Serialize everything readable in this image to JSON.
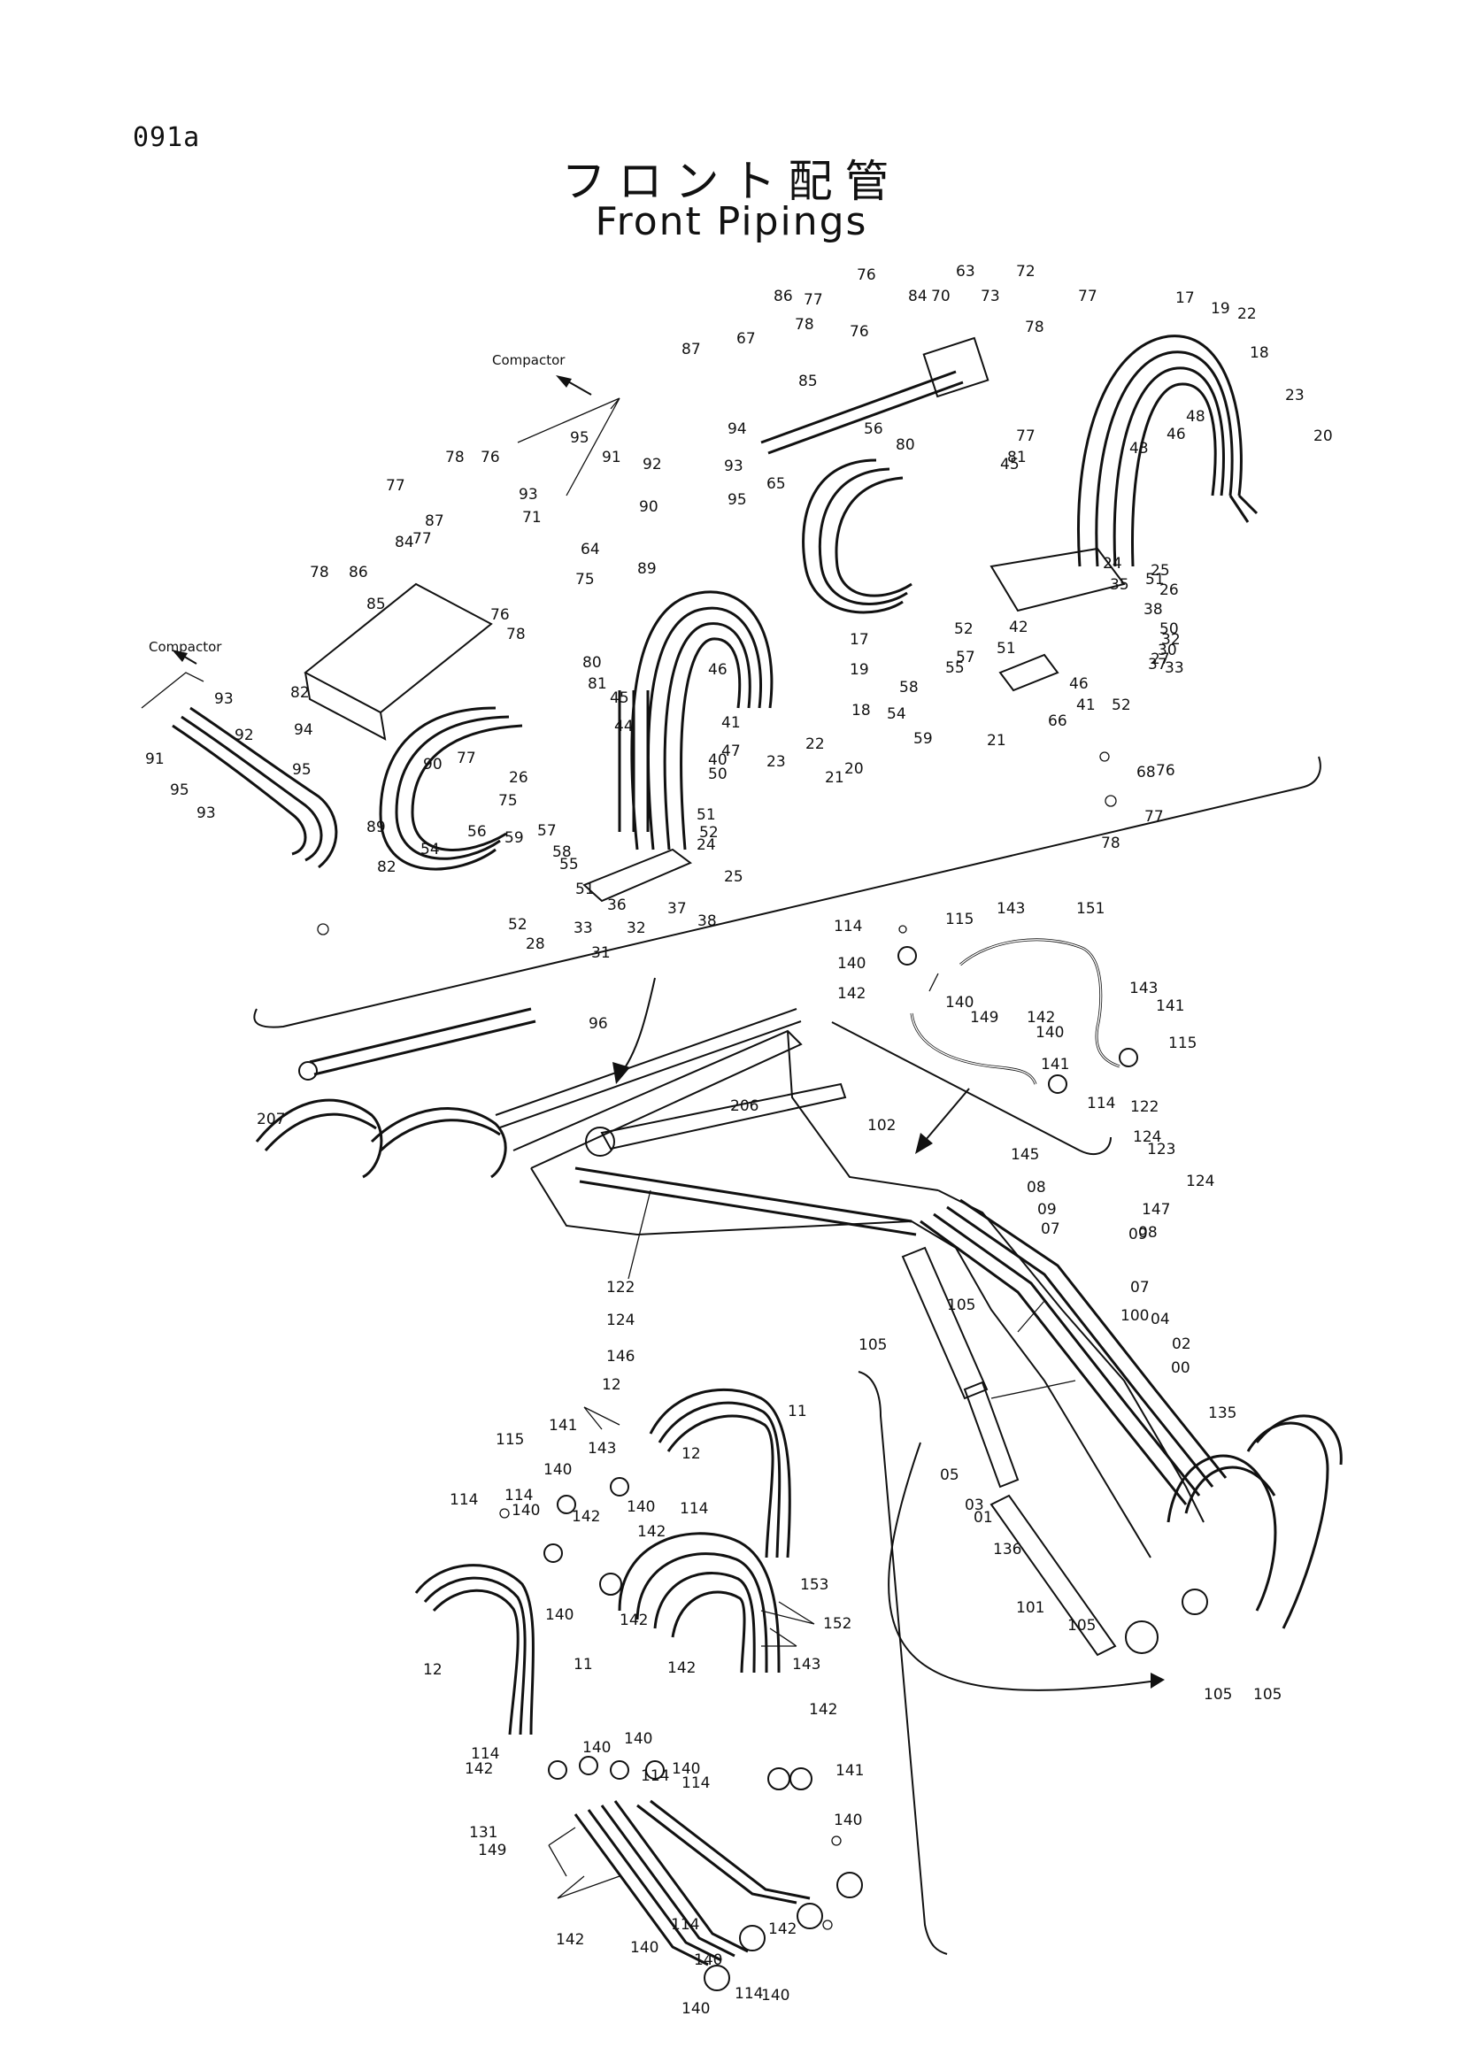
{
  "header": {
    "page_number": "091a",
    "title_jp": "フロント配管",
    "title_en": "Front Pipings"
  },
  "callouts": {
    "compactor_upper": "Compactor",
    "compactor_left": "Compactor"
  },
  "upper_group": [
    "76",
    "63",
    "72",
    "78",
    "77",
    "84",
    "70",
    "73",
    "86",
    "67",
    "87",
    "85",
    "76",
    "78",
    "77",
    "17",
    "19",
    "22",
    "18",
    "94",
    "93",
    "95",
    "65",
    "56",
    "80",
    "81",
    "77",
    "45",
    "43",
    "46",
    "48",
    "23",
    "20",
    "95",
    "91",
    "92",
    "78",
    "76",
    "93",
    "77",
    "90",
    "89",
    "71",
    "64",
    "75",
    "78",
    "86",
    "87",
    "84",
    "85",
    "77",
    "76",
    "78",
    "80",
    "81",
    "45",
    "44",
    "46",
    "41",
    "47",
    "40",
    "50",
    "51",
    "52",
    "24",
    "25",
    "26",
    "75",
    "77",
    "82",
    "94",
    "95",
    "93",
    "92",
    "91",
    "95",
    "93",
    "90",
    "89",
    "82",
    "54",
    "56",
    "59",
    "57",
    "58",
    "55",
    "51",
    "52",
    "28",
    "33",
    "32",
    "36",
    "37",
    "38",
    "31",
    "23",
    "22",
    "21",
    "20",
    "18",
    "19",
    "17",
    "54",
    "59",
    "58",
    "55",
    "57",
    "52",
    "42",
    "51",
    "46",
    "41",
    "52",
    "51",
    "50",
    "27",
    "26",
    "25",
    "24",
    "35",
    "30",
    "33",
    "32",
    "38",
    "37",
    "21",
    "66",
    "68",
    "76",
    "78",
    "77"
  ],
  "middle_group": [
    "96",
    "207",
    "206",
    "102",
    "122",
    "124",
    "146",
    "105",
    "105",
    "145",
    "08",
    "09",
    "07",
    "122",
    "124",
    "123",
    "124",
    "147",
    "08",
    "09",
    "07",
    "100",
    "04",
    "02",
    "00",
    "135",
    "05",
    "03",
    "01",
    "136",
    "101",
    "105",
    "105",
    "105"
  ],
  "inset_group": [
    "114",
    "115",
    "143",
    "151",
    "140",
    "142",
    "140",
    "149",
    "142",
    "140",
    "141",
    "143",
    "141",
    "115",
    "114"
  ],
  "lower_group": [
    "12",
    "11",
    "12",
    "141",
    "115",
    "143",
    "140",
    "114",
    "114",
    "140",
    "142",
    "114",
    "140",
    "142",
    "140",
    "142",
    "153",
    "152",
    "12",
    "11",
    "142",
    "143",
    "142",
    "114",
    "140",
    "140",
    "141",
    "114",
    "140",
    "114",
    "140",
    "142",
    "131",
    "149",
    "142",
    "140",
    "114",
    "140",
    "142",
    "140",
    "114",
    "140"
  ]
}
